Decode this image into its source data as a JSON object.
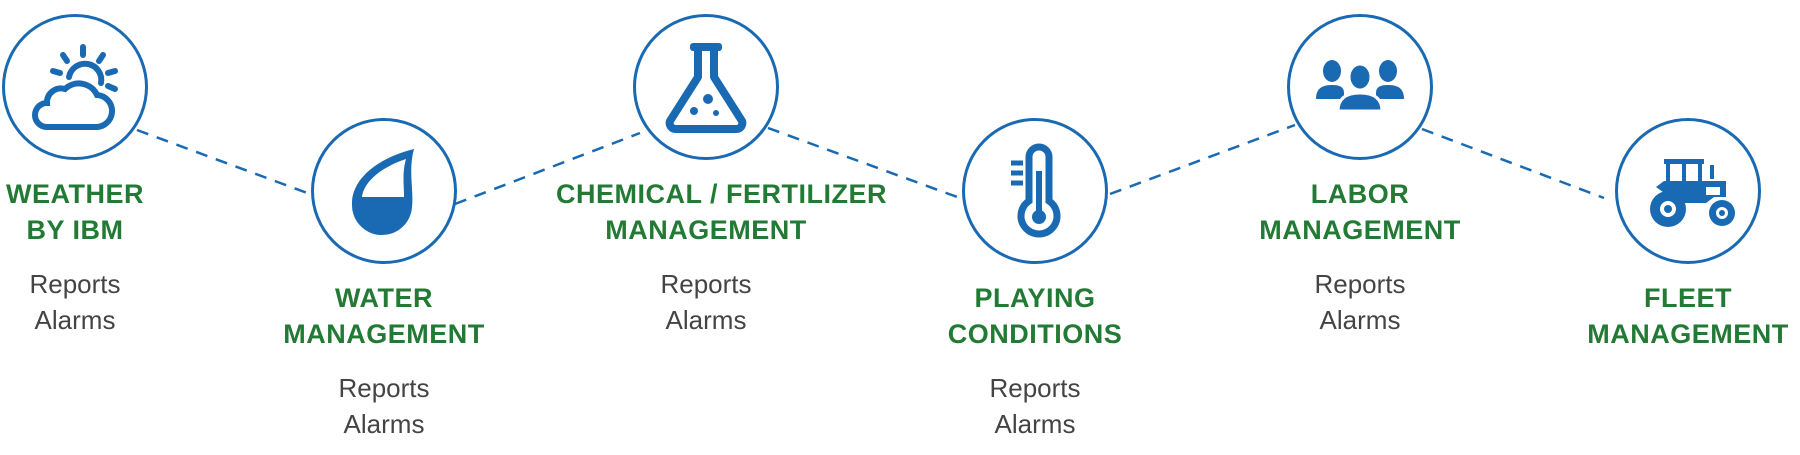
{
  "colors": {
    "accent": "#1a6ab3",
    "title": "#237a35",
    "text": "#444444"
  },
  "nodes": [
    {
      "icon": "weather-cloud-sun-icon",
      "title": [
        "WEATHER",
        "BY IBM"
      ],
      "items": [
        "Reports",
        "Alarms"
      ]
    },
    {
      "icon": "water-drop-icon",
      "title": [
        "WATER",
        "MANAGEMENT"
      ],
      "items": [
        "Reports",
        "Alarms"
      ]
    },
    {
      "icon": "chemical-flask-icon",
      "title": [
        "CHEMICAL / FERTILIZER",
        "MANAGEMENT"
      ],
      "items": [
        "Reports",
        "Alarms"
      ]
    },
    {
      "icon": "thermometer-icon",
      "title": [
        "PLAYING",
        "CONDITIONS"
      ],
      "items": [
        "Reports",
        "Alarms"
      ]
    },
    {
      "icon": "people-group-icon",
      "title": [
        "LABOR",
        "MANAGEMENT"
      ],
      "items": [
        "Reports",
        "Alarms"
      ]
    },
    {
      "icon": "tractor-icon",
      "title": [
        "FLEET",
        "MANAGEMENT"
      ],
      "items": []
    }
  ]
}
